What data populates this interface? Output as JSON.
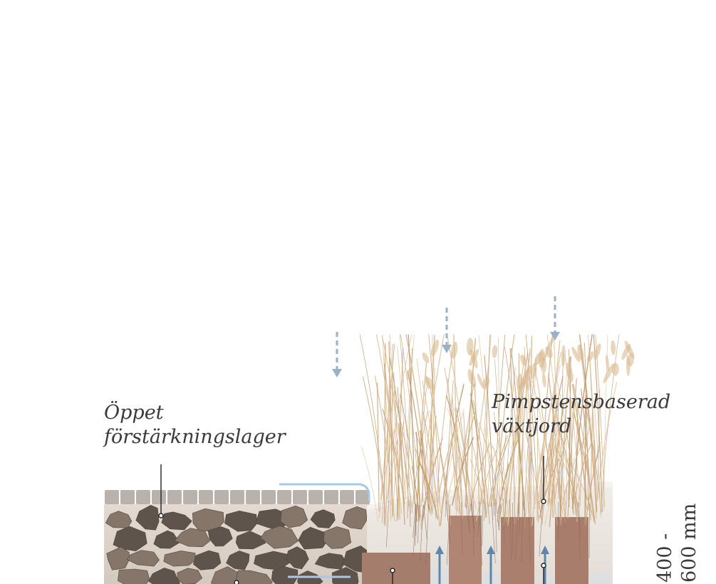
{
  "labels": {
    "open_layer": [
      "Öppet",
      "förstärkningslager"
    ],
    "pumice_soil": [
      "Pimpstensbaserad",
      "växtjord"
    ]
  },
  "dimension": [
    "400 -",
    "600 mm"
  ],
  "colors": {
    "paving": "#b9b2ac",
    "gravel_bed": "#d9cfc6",
    "stone": "#857669",
    "stone_dark": "#5f544b",
    "soil": "#ebe6e0",
    "brick": "#a47d6d",
    "water_arrow": "#9bb2c6",
    "flow_line": "#a9c7e6",
    "grass": "#c9a77c",
    "text": "#3a3a3a"
  }
}
